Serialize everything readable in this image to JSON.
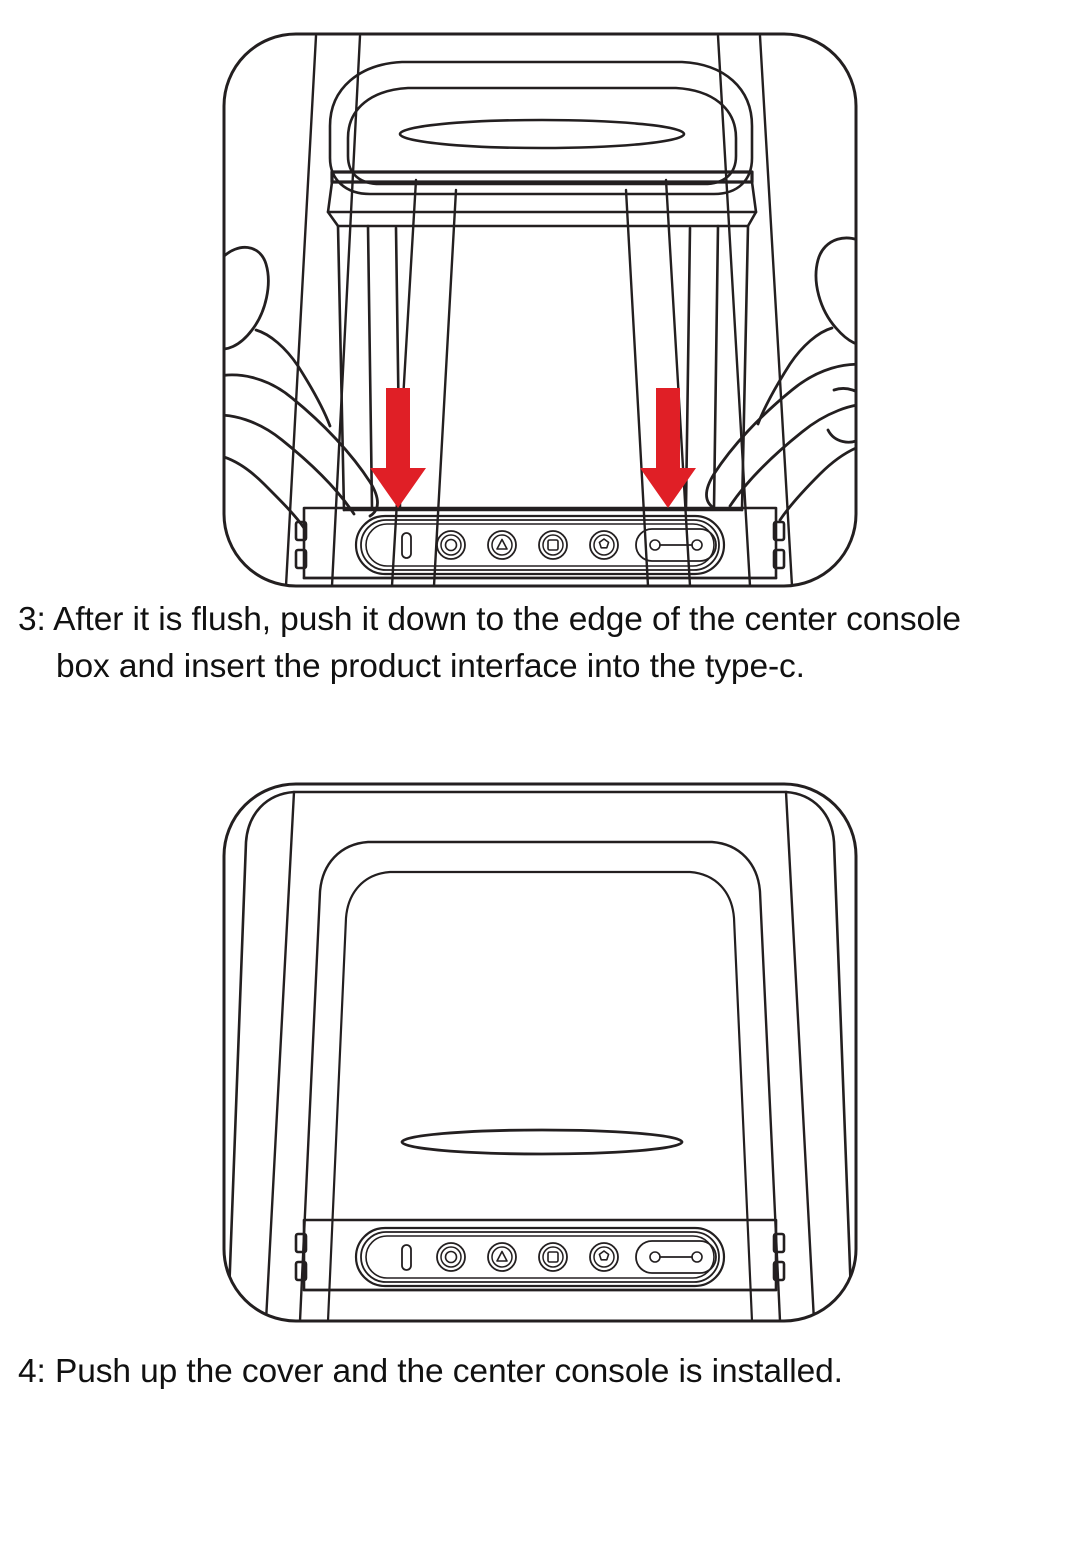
{
  "document": {
    "type": "instruction-manual-page",
    "page_background": "#ffffff",
    "line_color": "#231f20",
    "arrow_color": "#e01f26"
  },
  "steps": [
    {
      "number": "3",
      "caption_lines": [
        "3: After it is flush, push it down to the edge of the center console",
        "box and insert the product interface into the type-c."
      ],
      "caption_full": "3: After it is flush, push it down to the edge of the center console box and insert the product interface into the type-c.",
      "illustration": {
        "name": "center-console-open-with-hands",
        "description": "Center console with lid open, two hands gripping the sides, two red downward arrows pointing at the control panel strip",
        "arrows": [
          {
            "label": "push-down-arrow-left",
            "direction": "down",
            "color": "#e01f26"
          },
          {
            "label": "push-down-arrow-right",
            "direction": "down",
            "color": "#e01f26"
          }
        ],
        "hands": [
          "left-hand",
          "right-hand"
        ],
        "control_panel": {
          "name": "product-control-panel",
          "elements": [
            {
              "name": "indicator-slot",
              "shape": "rounded-slot"
            },
            {
              "name": "button-circle",
              "glyph": "circle"
            },
            {
              "name": "button-triangle",
              "glyph": "triangle"
            },
            {
              "name": "button-square",
              "glyph": "square"
            },
            {
              "name": "button-star",
              "glyph": "star"
            },
            {
              "name": "type-c-port",
              "glyph": "dumbbell-in-oval"
            }
          ],
          "side_tabs": 2
        }
      }
    },
    {
      "number": "4",
      "caption_lines": [
        "4: Push up the cover and the center console is installed."
      ],
      "caption_full": "4: Push up the cover and the center console is installed.",
      "illustration": {
        "name": "center-console-closed-installed",
        "description": "Center console with lid closed showing the nested rounded cover outlines, an oval handle detail, and the installed control panel strip at the bottom",
        "arrows": [],
        "hands": [],
        "cover_detail": {
          "name": "cover-handle-ellipse",
          "shape": "ellipse"
        },
        "control_panel": {
          "name": "product-control-panel",
          "elements": [
            {
              "name": "indicator-slot",
              "shape": "rounded-slot"
            },
            {
              "name": "button-circle",
              "glyph": "circle"
            },
            {
              "name": "button-triangle",
              "glyph": "triangle"
            },
            {
              "name": "button-square",
              "glyph": "square"
            },
            {
              "name": "button-star",
              "glyph": "star"
            },
            {
              "name": "type-c-port",
              "glyph": "dumbbell-in-oval"
            }
          ],
          "side_tabs": 2
        }
      }
    }
  ]
}
